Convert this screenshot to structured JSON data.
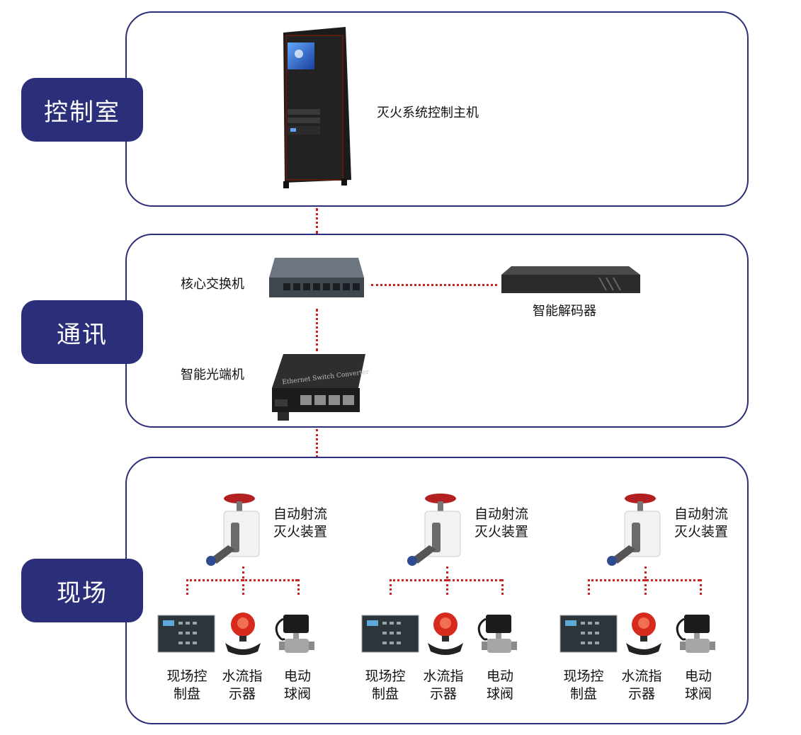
{
  "zones": {
    "control_room": "控制室",
    "communication": "通讯",
    "field": "现场"
  },
  "devices": {
    "host": "灭火系统控制主机",
    "core_switch": "核心交换机",
    "decoder": "智能解码器",
    "optical": "智能光端机",
    "optical_model": "Ethernet Switch Converter",
    "groups": [
      {
        "jet_line1": "自动射流",
        "jet_line2": "灭火装置",
        "panel_l1": "现场控",
        "panel_l2": "制盘",
        "flow_l1": "水流指",
        "flow_l2": "示器",
        "valve_l1": "电动",
        "valve_l2": "球阀"
      },
      {
        "jet_line1": "自动射流",
        "jet_line2": "灭火装置",
        "panel_l1": "现场控",
        "panel_l2": "制盘",
        "flow_l1": "水流指",
        "flow_l2": "示器",
        "valve_l1": "电动",
        "valve_l2": "球阀"
      },
      {
        "jet_line1": "自动射流",
        "jet_line2": "灭火装置",
        "panel_l1": "现场控",
        "panel_l2": "制盘",
        "flow_l1": "水流指",
        "flow_l2": "示器",
        "valve_l1": "电动",
        "valve_l2": "球阀"
      }
    ]
  },
  "colors": {
    "accent": "#2b2e78",
    "link": "#cc1f1f"
  }
}
